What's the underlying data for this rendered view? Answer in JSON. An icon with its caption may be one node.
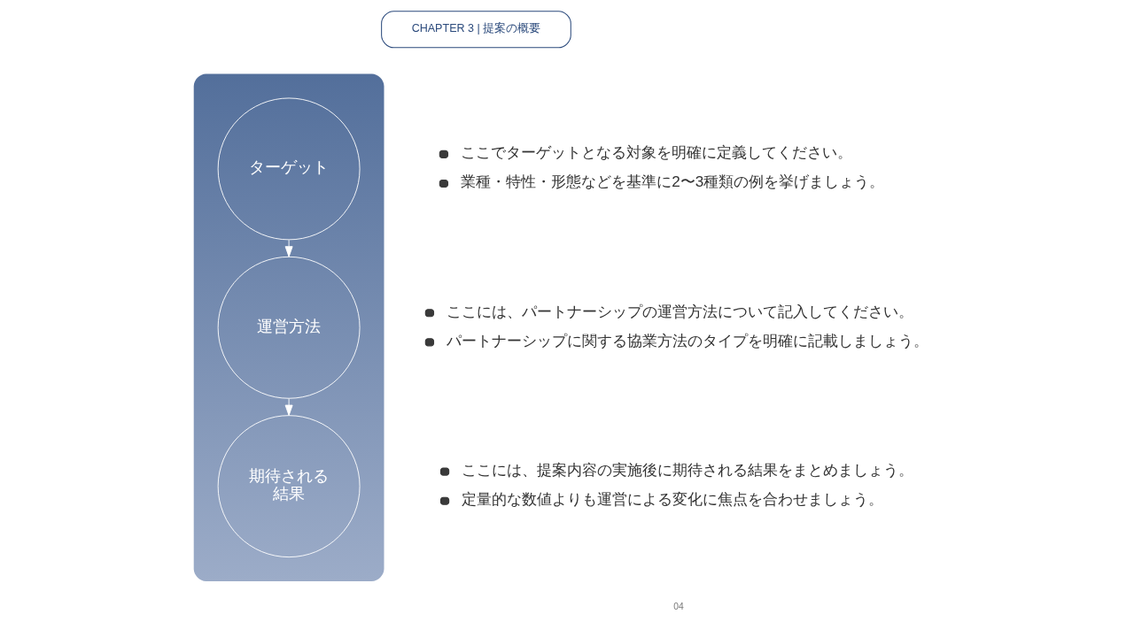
{
  "diagram": {
    "nodes": [
      {
        "text": [
          "CHAPTER 3 | 提案の概要"
        ]
      },
      {
        "text": [],
        "shape": "box"
      },
      {
        "text": [
          "ターゲット"
        ],
        "in": 1,
        "beside": [
          "ここでターゲットとなる対象を明確に定義してください。",
          "業種・特性・形態などを基準に2〜3種類の例を挙げましょう。"
        ]
      },
      {
        "text": [
          "運営方法"
        ],
        "in": 1,
        "beside": [
          "ここには、パートナーシップの運営方法について記入してください。",
          "パートナーシップに関する協業方法のタイプを明確に記載しましょう。"
        ]
      },
      {
        "text": [
          "期待される結果"
        ],
        "in": 1,
        "beside": [
          "ここには、提案内容の実施後に期待される結果をまとめましょう。",
          "定量的な数値よりも運営による変化に焦点を合わせましょう。"
        ]
      }
    ],
    "edges": [
      {
        "from": 2,
        "to": 3,
        "arrow": "to"
      },
      {
        "from": 3,
        "to": 4,
        "arrow": "to"
      }
    ],
    "labels": [
      "04"
    ]
  }
}
